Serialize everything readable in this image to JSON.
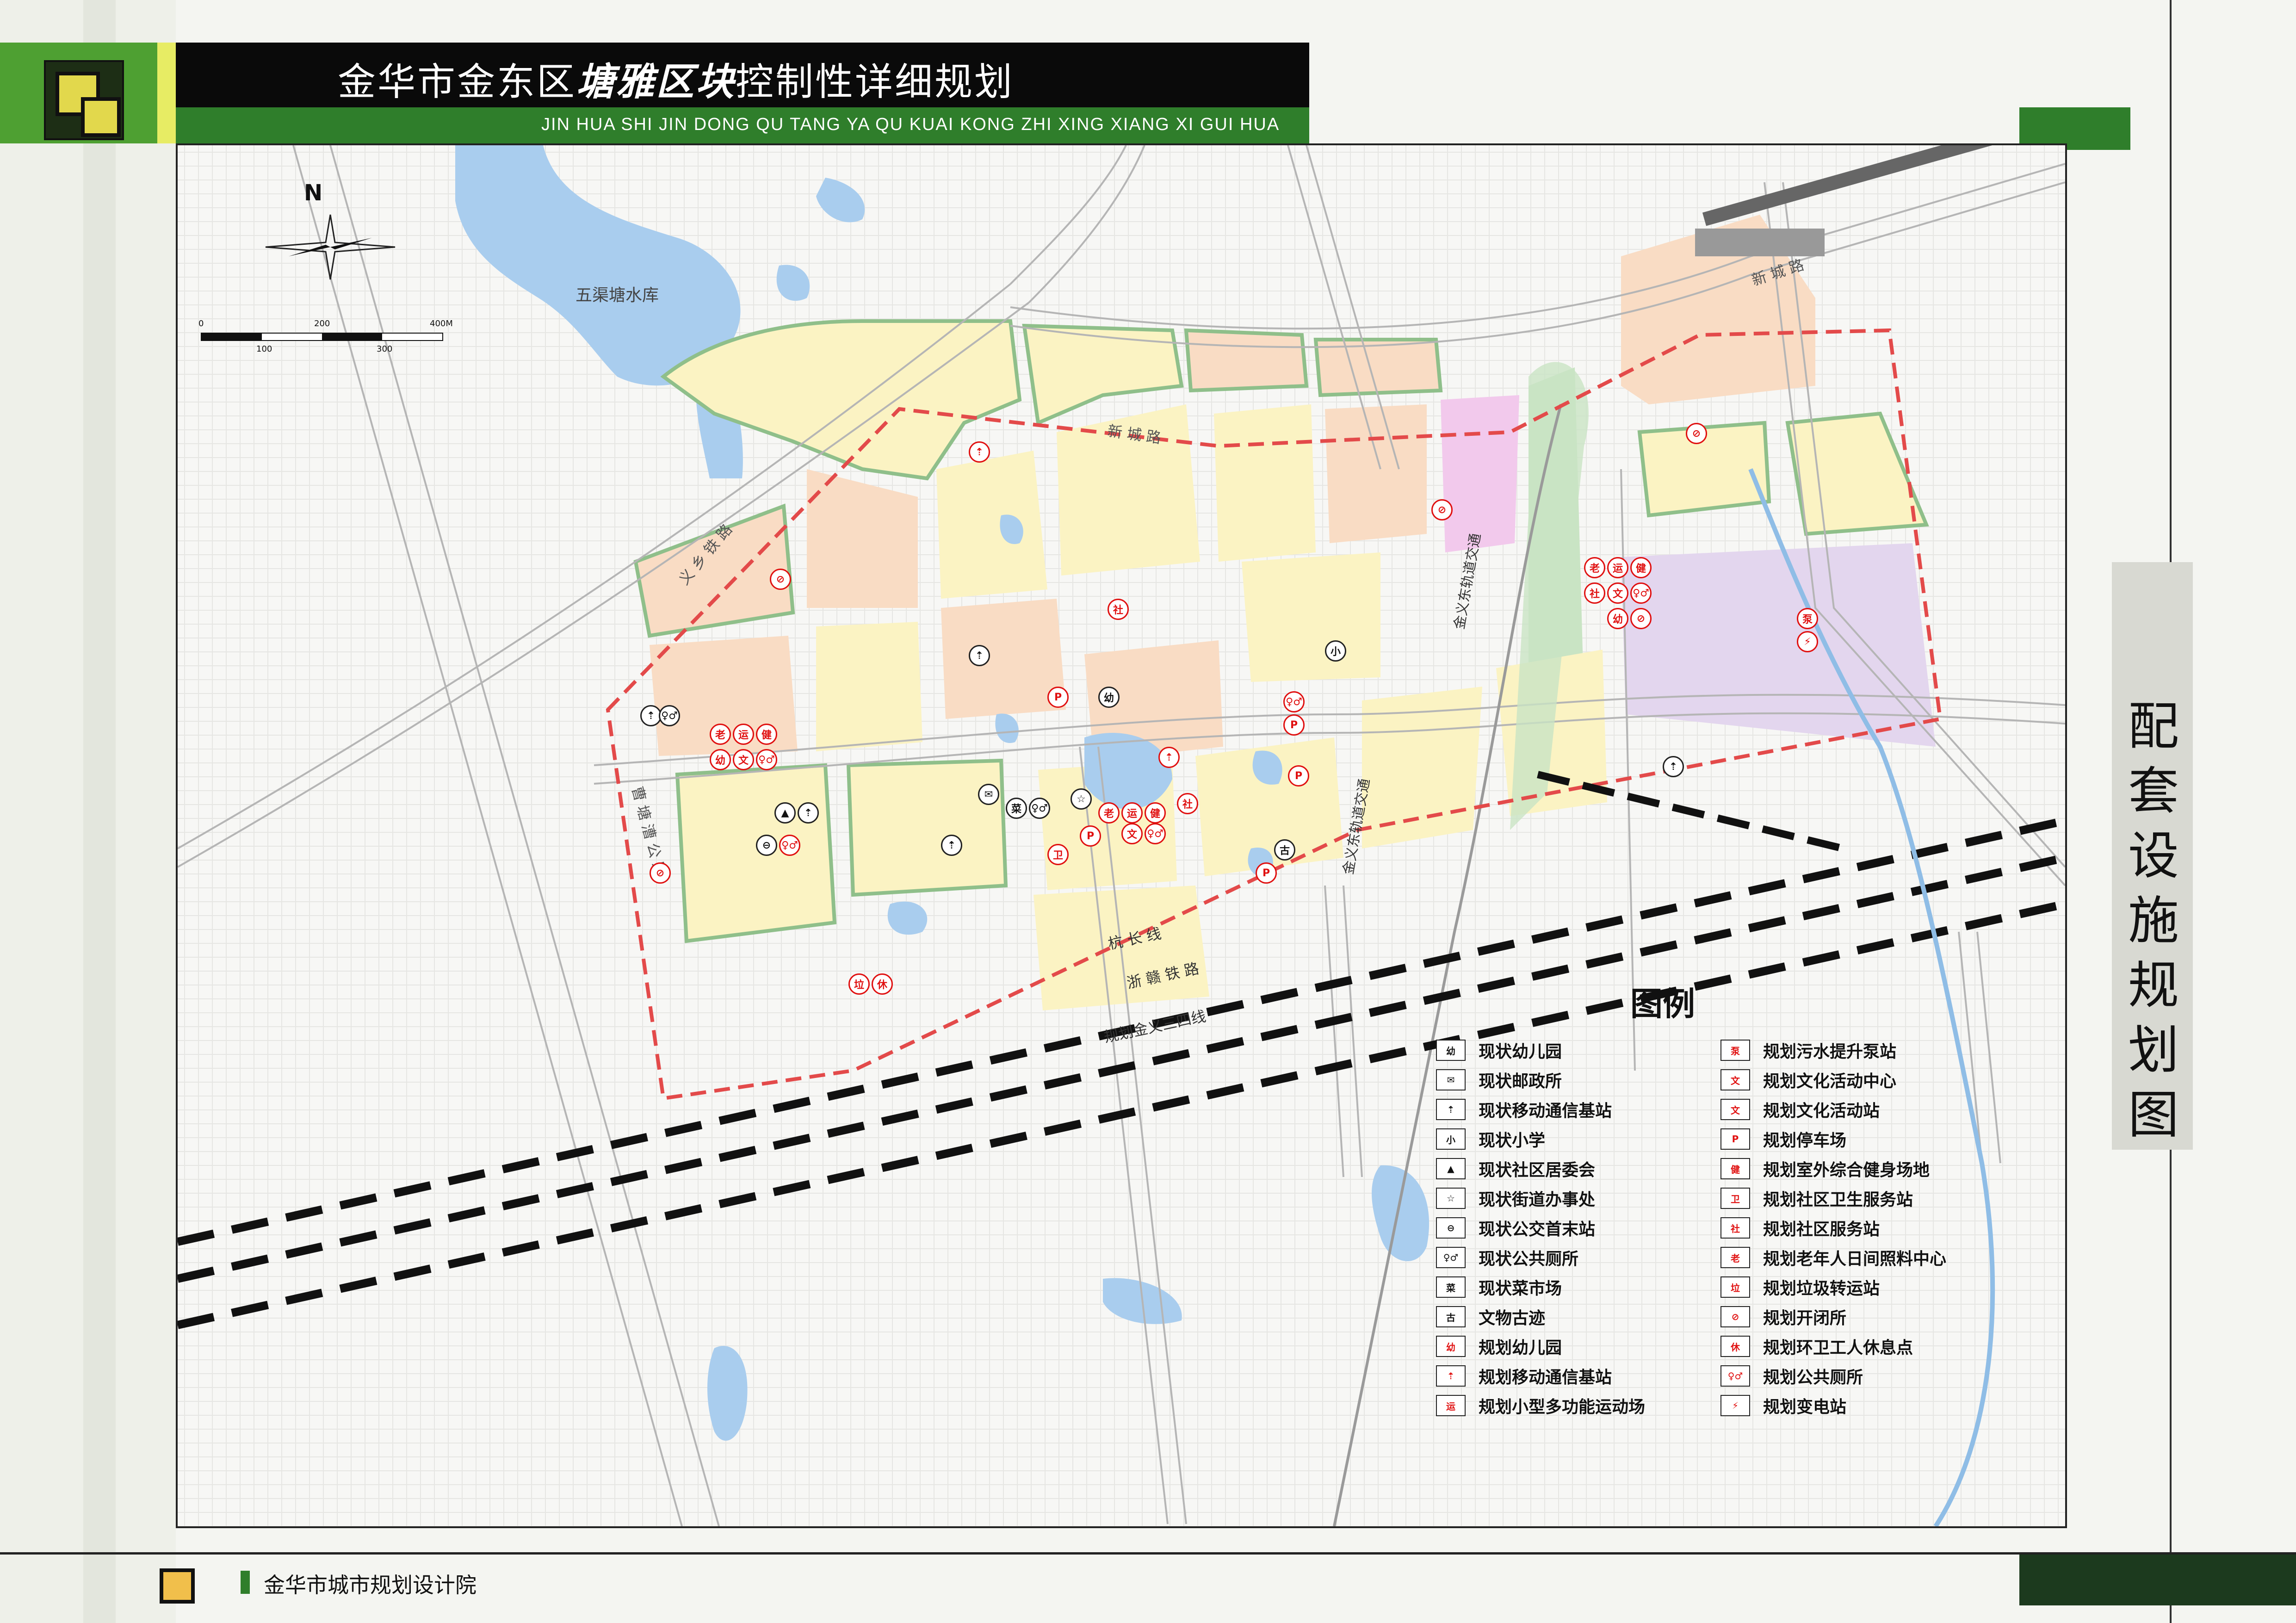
{
  "header": {
    "title_prefix": "金华市金东区",
    "title_emph": "塘雅区块",
    "title_suffix": "控制性详细规划",
    "subtitle": "JIN HUA SHI JIN DONG QU TANG YA QU KUAI KONG ZHI XING XIANG XI GUI HUA"
  },
  "side": {
    "label": "配套设施规划图"
  },
  "footer": {
    "org": "金华市城市规划设计院"
  },
  "compass": {
    "north": "N"
  },
  "scale": {
    "top_ticks": [
      "0",
      "200",
      "400M"
    ],
    "bottom_ticks": [
      "100",
      "300"
    ]
  },
  "map_labels": {
    "reservoir": "五渠塘水库",
    "xincheng_road_north": "新 城 路",
    "xincheng_road_mid": "新  城  路",
    "jinyi_rail": "金义东轨道交通",
    "jinyi_rail2": "金义东轨道交通",
    "xinyi_road": "义 乡 铁 路",
    "caotang_road": "曹 塘 漕 公 路",
    "hangchang": "杭  长  线",
    "zhegan": "浙  赣  铁  路",
    "jinyi_three": "规划金义三四线"
  },
  "legend": {
    "title": "图例",
    "left": [
      {
        "icon": "幼",
        "label": "现状幼儿园",
        "red": false
      },
      {
        "icon": "✉",
        "label": "现状邮政所",
        "red": false
      },
      {
        "icon": "⇡",
        "label": "现状移动通信基站",
        "red": false
      },
      {
        "icon": "小",
        "label": "现状小学",
        "red": false
      },
      {
        "icon": "▲",
        "label": "现状社区居委会",
        "red": false
      },
      {
        "icon": "☆",
        "label": "现状街道办事处",
        "red": false
      },
      {
        "icon": "⊖",
        "label": "现状公交首末站",
        "red": false
      },
      {
        "icon": "♀♂",
        "label": "现状公共厕所",
        "red": false
      },
      {
        "icon": "菜",
        "label": "现状菜市场",
        "red": false
      },
      {
        "icon": "古",
        "label": "文物古迹",
        "red": false
      },
      {
        "icon": "幼",
        "label": "规划幼儿园",
        "red": true
      },
      {
        "icon": "⇡",
        "label": "规划移动通信基站",
        "red": true
      },
      {
        "icon": "运",
        "label": "规划小型多功能运动场",
        "red": true
      }
    ],
    "right": [
      {
        "icon": "泵",
        "label": "规划污水提升泵站",
        "red": true
      },
      {
        "icon": "文",
        "label": "规划文化活动中心",
        "red": true
      },
      {
        "icon": "文",
        "label": "规划文化活动站",
        "red": true
      },
      {
        "icon": "P",
        "label": "规划停车场",
        "red": true
      },
      {
        "icon": "健",
        "label": "规划室外综合健身场地",
        "red": true
      },
      {
        "icon": "卫",
        "label": "规划社区卫生服务站",
        "red": true
      },
      {
        "icon": "社",
        "label": "规划社区服务站",
        "red": true
      },
      {
        "icon": "老",
        "label": "规划老年人日间照料中心",
        "red": true
      },
      {
        "icon": "垃",
        "label": "规划垃圾转运站",
        "red": true
      },
      {
        "icon": "⊘",
        "label": "规划开闭所",
        "red": true
      },
      {
        "icon": "休",
        "label": "规划环卫工人休息点",
        "red": true
      },
      {
        "icon": "♀♂",
        "label": "规划公共厕所",
        "red": true
      },
      {
        "icon": "⚡",
        "label": "规划变电站",
        "red": true
      }
    ]
  },
  "colors": {
    "green_dark": "#2f7e2b",
    "green_bright": "#4ea032",
    "title_black": "#0a0a0a",
    "yellow": "#fbf3c3",
    "orange": "#f9dcc4",
    "purple": "#e3d6ee",
    "pink": "#f2c9ec",
    "green_land": "#c9e4c4",
    "water": "#a9cdee",
    "boundary": "#e34a4a"
  }
}
